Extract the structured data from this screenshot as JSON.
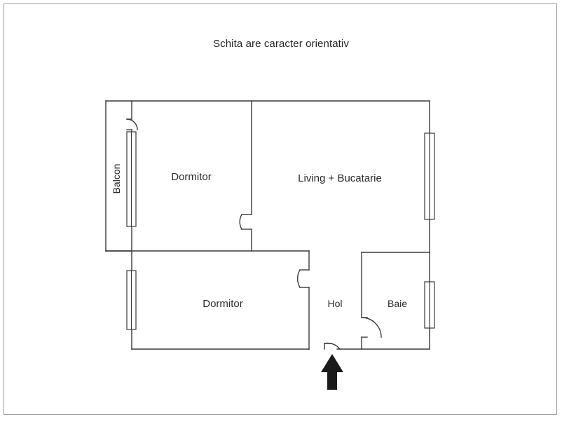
{
  "page": {
    "title": "Schita are caracter orientativ",
    "background_color": "#ffffff",
    "frame_color": "#9a9a9a",
    "wall_color": "#3a3a3a",
    "label_color": "#2a2a2a",
    "arrow_color": "#1a1a1a"
  },
  "floorplan": {
    "rooms": [
      {
        "id": "balcon",
        "label": "Balcon",
        "orientation": "vertical"
      },
      {
        "id": "dormitor-top",
        "label": "Dormitor",
        "orientation": "horizontal"
      },
      {
        "id": "living-bucatarie",
        "label": "Living + Bucatarie",
        "orientation": "horizontal"
      },
      {
        "id": "dormitor-bottom",
        "label": "Dormitor",
        "orientation": "horizontal"
      },
      {
        "id": "hol",
        "label": "Hol",
        "orientation": "horizontal"
      },
      {
        "id": "baie",
        "label": "Baie",
        "orientation": "horizontal"
      }
    ],
    "windows": [
      {
        "id": "window-balcon",
        "wall": "left-exterior"
      },
      {
        "id": "window-living",
        "wall": "right-exterior"
      },
      {
        "id": "window-dormitor-bottom",
        "wall": "left-exterior"
      },
      {
        "id": "window-baie",
        "wall": "right-exterior"
      }
    ],
    "doors": [
      {
        "id": "door-balcon",
        "swing": "right"
      },
      {
        "id": "door-dormitor-top",
        "swing": "left"
      },
      {
        "id": "door-dormitor-bottom",
        "swing": "left"
      },
      {
        "id": "door-baie",
        "swing": "down"
      },
      {
        "id": "door-entrance",
        "swing": "right"
      }
    ],
    "entrance_marker": {
      "id": "entrance-arrow",
      "direction": "up"
    }
  }
}
